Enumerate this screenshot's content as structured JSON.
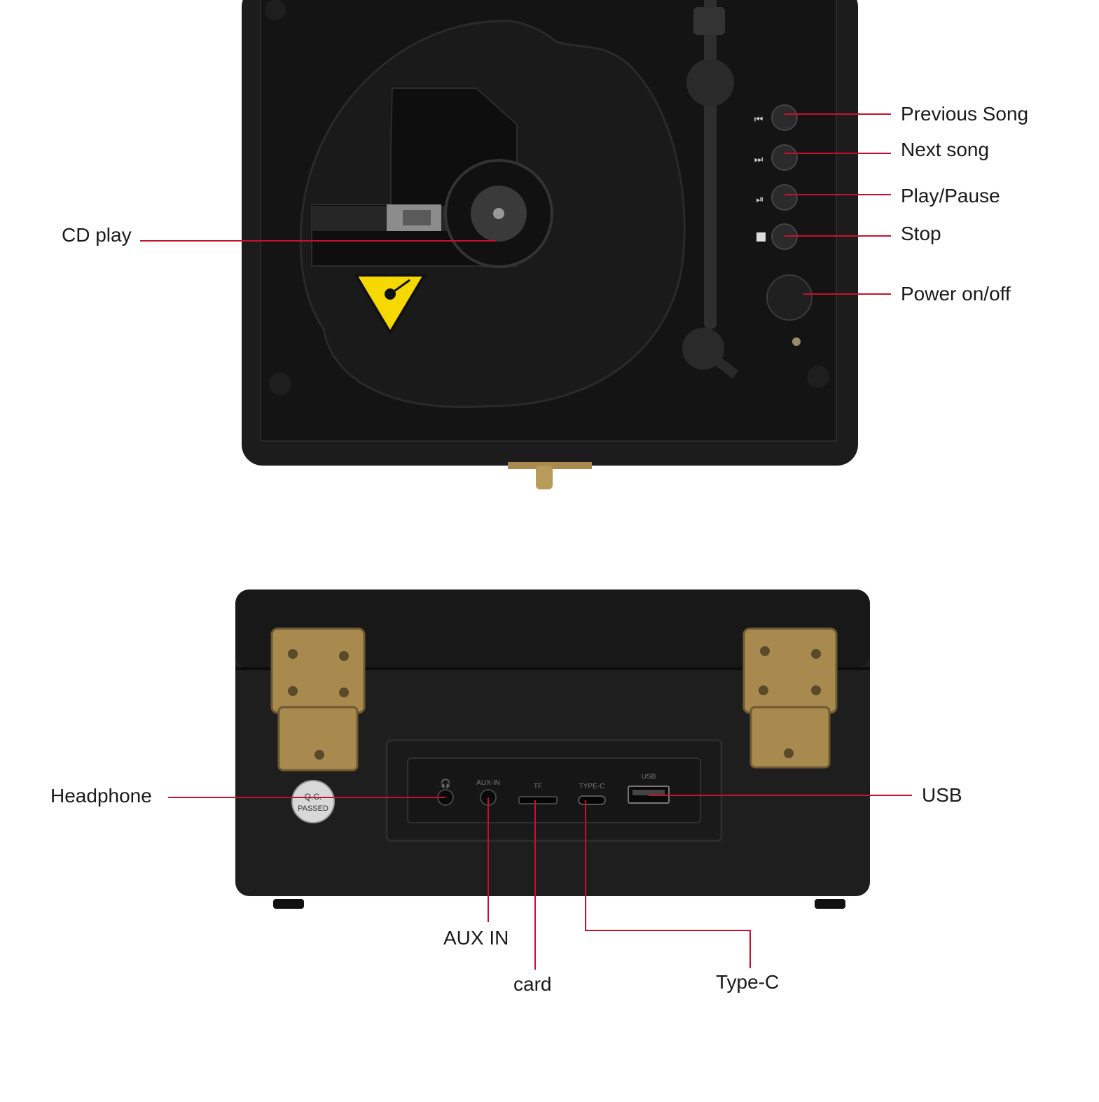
{
  "colors": {
    "leader_line": "#c8102e",
    "device_body": "#1c1c1c",
    "device_panel": "#141414",
    "brass": "#a8894e",
    "laser_warning": "#f5d800"
  },
  "top_view": {
    "callouts": {
      "cd_play": "CD play",
      "previous_song": "Previous Song",
      "next_song": "Next song",
      "play_pause": "Play/Pause",
      "stop": "Stop",
      "power": "Power on/off"
    },
    "icons": [
      "previous-track-icon",
      "next-track-icon",
      "play-pause-icon",
      "stop-icon",
      "laser-warning-icon"
    ]
  },
  "back_view": {
    "callouts": {
      "headphone": "Headphone",
      "aux_in": "AUX IN",
      "card": "card",
      "type_c": "Type-C",
      "usb": "USB"
    },
    "port_labels": {
      "aux": "AUX-IN",
      "tf": "TF",
      "typec": "TYPE-C",
      "usb": "USB"
    },
    "qc_sticker": {
      "line1": "Q.C.",
      "line2": "PASSED"
    }
  }
}
